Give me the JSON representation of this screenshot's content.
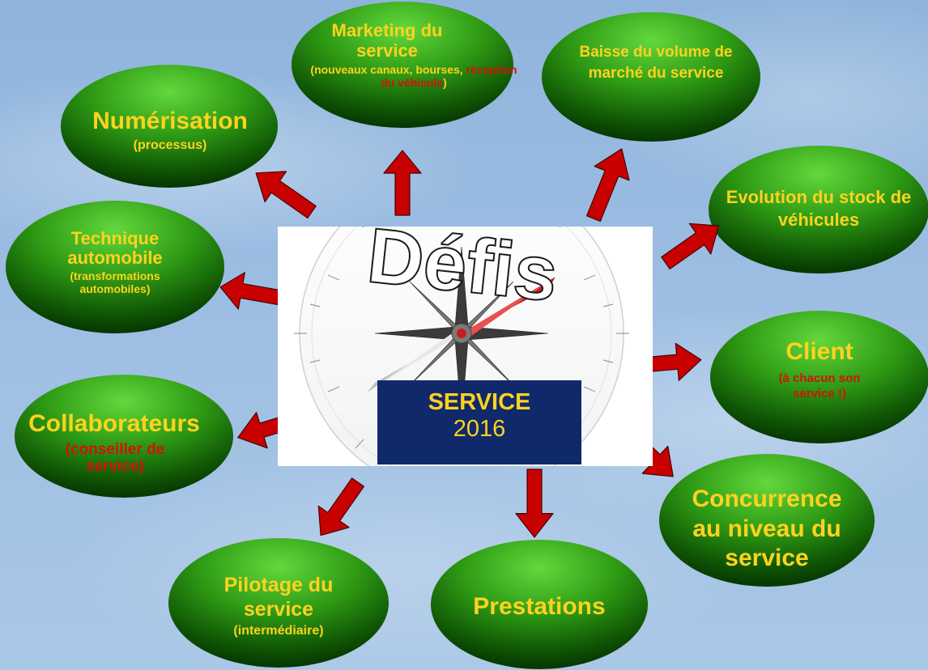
{
  "center": {
    "heading": "Défis",
    "service_word": "SERVICE",
    "service_year": "2016"
  },
  "nodes": {
    "marketing": {
      "title": "Marketing du service",
      "sub_part1": "(nouveaux canaux, bourses, ",
      "sub_part2": "réception du véhicule",
      "sub_part3": ")"
    },
    "baisse": {
      "title": "Baisse du volume de marché du service"
    },
    "numerisation": {
      "title": "Numérisation",
      "sub": "(processus)"
    },
    "evolution": {
      "title": "Evolution du stock de véhicules"
    },
    "technique": {
      "title": "Technique automobile",
      "sub": "(transformations automobiles)"
    },
    "client": {
      "title": "Client",
      "sub": "(à chacun son service !)"
    },
    "collaborateurs": {
      "title": "Collaborateurs",
      "sub": "(conseiller de service)"
    },
    "concurrence": {
      "title": "Concurrence au niveau du service"
    },
    "pilotage": {
      "title": "Pilotage du service",
      "sub": "(intermédiaire)"
    },
    "prestations": {
      "title": "Prestations"
    }
  },
  "colors": {
    "node_green_light": "#5fd33a",
    "node_green_dark": "#063a00",
    "arrow_red": "#c80000",
    "title_yellow": "#ffd21e",
    "sub_red": "#d4110b",
    "service_navy": "#10296b"
  }
}
